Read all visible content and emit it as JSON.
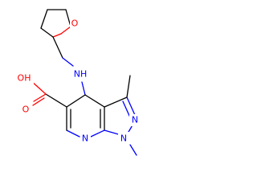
{
  "molecule": {
    "colors": {
      "bond": "#000000",
      "oxygen": "#ff0000",
      "nitrogen": "#0000ff",
      "background": "#ffffff"
    },
    "labels": {
      "ring_oxygen": "O",
      "amine": "NH",
      "acid_group": "OH",
      "carbonyl_oxygen": "O",
      "pyridine_n": "N",
      "pyrazole_n1": "N",
      "pyrazole_n2": "N"
    }
  }
}
